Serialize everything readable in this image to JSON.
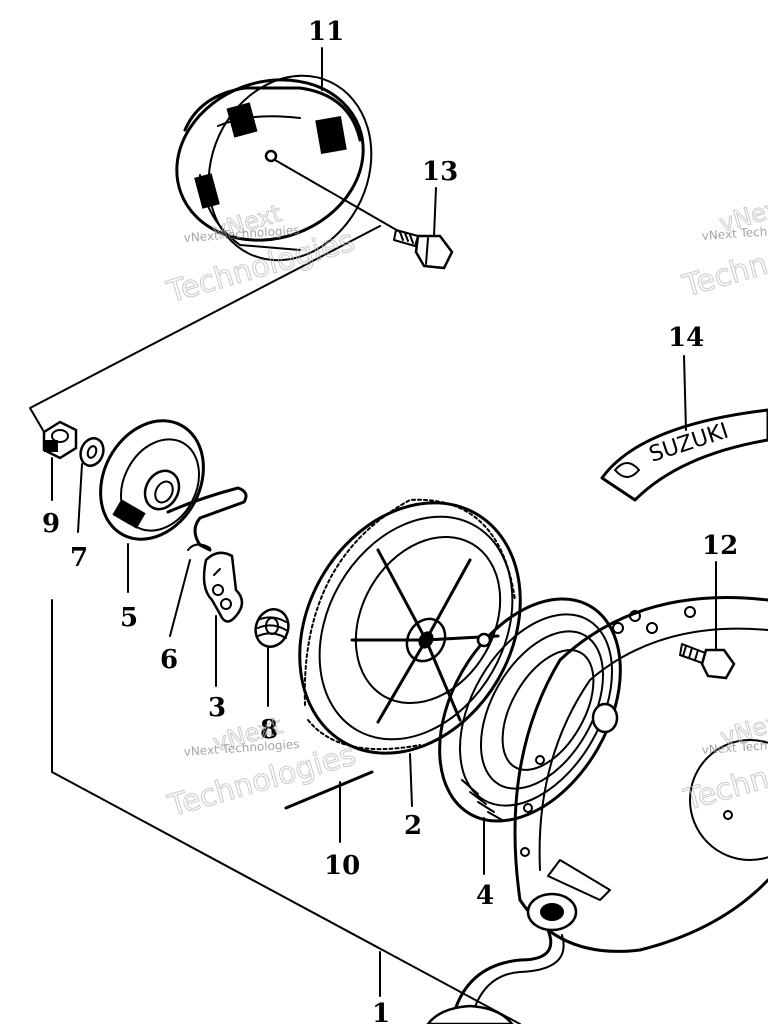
{
  "diagram": {
    "callouts": [
      {
        "id": "1",
        "label": "1"
      },
      {
        "id": "2",
        "label": "2"
      },
      {
        "id": "3",
        "label": "3"
      },
      {
        "id": "4",
        "label": "4"
      },
      {
        "id": "5",
        "label": "5"
      },
      {
        "id": "6",
        "label": "6"
      },
      {
        "id": "7",
        "label": "7"
      },
      {
        "id": "8",
        "label": "8"
      },
      {
        "id": "9",
        "label": "9"
      },
      {
        "id": "10",
        "label": "10"
      },
      {
        "id": "11",
        "label": "11"
      },
      {
        "id": "12",
        "label": "12"
      },
      {
        "id": "13",
        "label": "13"
      },
      {
        "id": "14",
        "label": "14"
      }
    ],
    "decal_brand": "SUZUKI",
    "watermark": {
      "company": "vNext Technologies",
      "big_line1": "vNext",
      "big_line2": "Technologies"
    }
  }
}
